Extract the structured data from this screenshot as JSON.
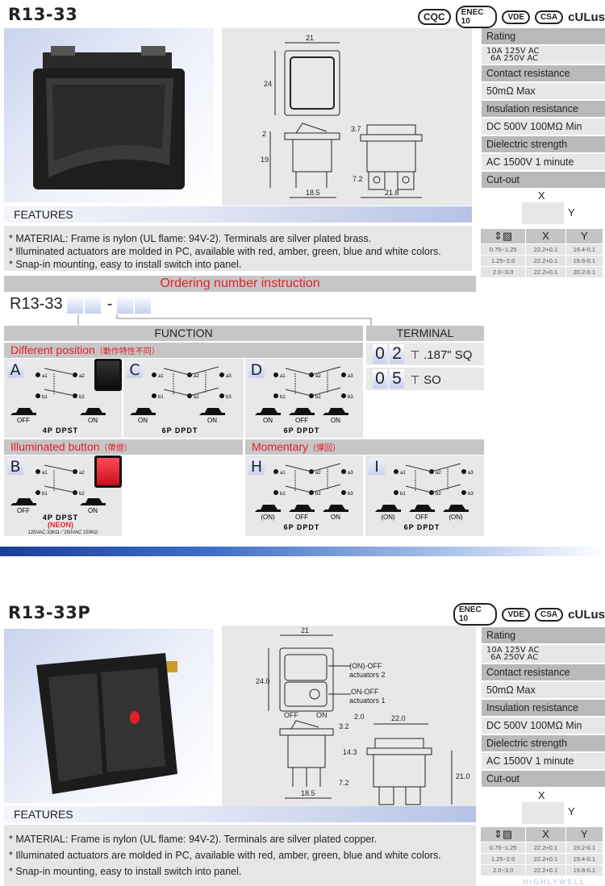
{
  "products": [
    {
      "title": "R13-33",
      "certs": [
        "CQC",
        "ENEC 10",
        "VDE",
        "CSA",
        "cULus"
      ],
      "drawing": {
        "dims": [
          "21",
          "24",
          "2",
          "19",
          "18.5",
          "3.7",
          "7.2",
          "21.8"
        ]
      },
      "specs": [
        {
          "label": "Rating",
          "value": [
            "10A 125V AC",
            "6A 250V AC"
          ]
        },
        {
          "label": "Contact resistance",
          "value": [
            "50mΩ Max"
          ]
        },
        {
          "label": "Insulation resistance",
          "value": [
            "DC 500V 100MΩ Min"
          ]
        },
        {
          "label": "Dielectric strength",
          "value": [
            "AC 1500V 1 minute"
          ]
        }
      ],
      "cutout": {
        "label": "Cut-out",
        "x": "X",
        "y": "Y",
        "headers": [
          "X",
          "Y"
        ],
        "rows": [
          [
            "0.75~1.25",
            "22.2+0.1",
            "19.4-0.1"
          ],
          [
            "1.25~2.0",
            "22.2+0.1",
            "19.6-0.1"
          ],
          [
            "2.0~3.0",
            "22.2+0.1",
            "20.2-0.1"
          ]
        ]
      },
      "features_title": "FEATURES",
      "features": [
        "* MATERIAL: Frame is nylon (UL flame: 94V-2). Terminals are silver plated brass.",
        "* Illuminated actuators are molded in PC, available with red, amber, green, blue and white colors.",
        "* Snap-in mounting, easy to install switch into panel."
      ]
    },
    {
      "title": "R13-33P",
      "certs": [
        "ENEC 10",
        "VDE",
        "CSA",
        "cULus"
      ],
      "drawing": {
        "dims": [
          "21",
          "24.0",
          "3.2",
          "2.0",
          "14.3",
          "7.2",
          "18.5",
          "22.0",
          "21.0"
        ],
        "labels": [
          "(ON)-OFF",
          "actuators 2",
          "ON-OFF",
          "actuators 1",
          "OFF",
          "ON"
        ]
      },
      "specs": [
        {
          "label": "Rating",
          "value": [
            "10A 125V AC",
            "6A 250V AC"
          ]
        },
        {
          "label": "Contact resistance",
          "value": [
            "50mΩ Max"
          ]
        },
        {
          "label": "Insulation resistance",
          "value": [
            "DC 500V 100MΩ Min"
          ]
        },
        {
          "label": "Dielectric strength",
          "value": [
            "AC 1500V 1 minute"
          ]
        }
      ],
      "cutout": {
        "label": "Cut-out",
        "x": "X",
        "y": "Y",
        "headers": [
          "X",
          "Y"
        ],
        "rows": [
          [
            "0.75~1.25",
            "22.2+0.1",
            "19.2-0.1"
          ],
          [
            "1.25~2.0",
            "22.2+0.1",
            "19.4-0.1"
          ],
          [
            "2.0~3.0",
            "22.2+0.1",
            "19.8-0.1"
          ]
        ]
      },
      "features_title": "FEATURES",
      "features": [
        "* MATERIAL: Frame is nylon (UL flame: 94V-2). Terminals are silver plated copper.",
        "* Illuminated actuators are molded in PC, available with red, amber, green, blue and white colors.",
        "* Snap-in mounting, easy to install switch into panel."
      ]
    }
  ],
  "ordering": {
    "title": "Ordering number instruction",
    "code": "R13-33",
    "dash": "-",
    "function_header": "FUNCTION",
    "terminal_header": "TERMINAL",
    "groups": {
      "different": "Different position",
      "different_cn": "（動作特性不同）",
      "illuminated": "Illuminated button",
      "illuminated_cn": "（帶燈）",
      "momentary": "Momentary",
      "momentary_cn": "（彈回）"
    },
    "functions": {
      "A": {
        "letter": "A",
        "poles": 2,
        "states": [
          "OFF",
          "ON"
        ],
        "name": "4P DPST"
      },
      "C": {
        "letter": "C",
        "poles": 3,
        "states": [
          "ON",
          "ON"
        ],
        "name": "6P DPDT"
      },
      "D": {
        "letter": "D",
        "poles": 3,
        "states": [
          "ON",
          "OFF",
          "ON"
        ],
        "name": "6P DPDT"
      },
      "B": {
        "letter": "B",
        "poles": 2,
        "states": [
          "OFF",
          "ON"
        ],
        "name": "4P DPST",
        "sub": "(NEON)",
        "note": "125VAC 33KΩ／250VAC 150KΩ"
      },
      "H": {
        "letter": "H",
        "poles": 3,
        "states": [
          "(ON)",
          "OFF",
          "ON"
        ],
        "name": "6P DPDT"
      },
      "I": {
        "letter": "I",
        "poles": 3,
        "states": [
          "(ON)",
          "OFF",
          "(ON)"
        ],
        "name": "6P DPDT"
      }
    },
    "contacts": [
      "a1",
      "a2",
      "a3",
      "b1",
      "b2",
      "b3"
    ],
    "terminals": [
      {
        "d1": "0",
        "d2": "2",
        "label": ".187\" SQ"
      },
      {
        "d1": "0",
        "d2": "5",
        "label": "SO"
      }
    ]
  },
  "watermark": "HIGHLYWELL",
  "colors": {
    "accent_red": "#e0202a",
    "band_blue": "#1a3f9a"
  }
}
